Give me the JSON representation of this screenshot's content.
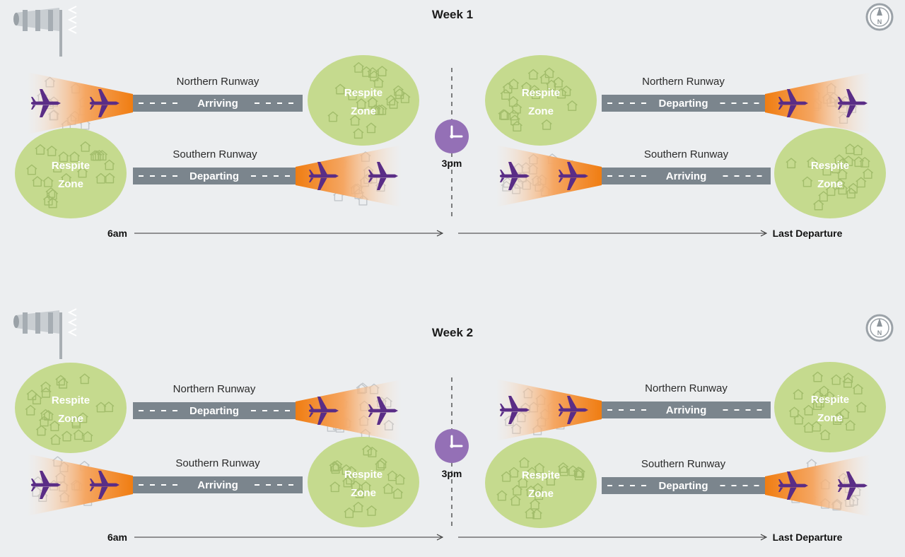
{
  "weeks": [
    {
      "title": "Week 1",
      "time_start": "6am",
      "time_mid": "3pm",
      "time_end": "Last Departure",
      "first_half": {
        "northern": {
          "label": "Northern Runway",
          "mode": "Arriving",
          "respite": "Respite Zone"
        },
        "southern": {
          "label": "Southern Runway",
          "mode": "Departing",
          "respite": "Respite Zone"
        }
      },
      "second_half": {
        "northern": {
          "label": "Northern Runway",
          "mode": "Departing",
          "respite": "Respite Zone"
        },
        "southern": {
          "label": "Southern Runway",
          "mode": "Arriving",
          "respite": "Respite Zone"
        }
      }
    },
    {
      "title": "Week 2",
      "time_start": "6am",
      "time_mid": "3pm",
      "time_end": "Last Departure",
      "first_half": {
        "northern": {
          "label": "Northern Runway",
          "mode": "Departing",
          "respite": "Respite Zone"
        },
        "southern": {
          "label": "Southern Runway",
          "mode": "Arriving",
          "respite": "Respite Zone"
        }
      },
      "second_half": {
        "northern": {
          "label": "Northern Runway",
          "mode": "Arriving",
          "respite": "Respite Zone"
        },
        "southern": {
          "label": "Southern Runway",
          "mode": "Departing",
          "respite": "Respite Zone"
        }
      }
    }
  ],
  "respite_zone_word1": "Respite",
  "respite_zone_word2": "Zone",
  "compass_label": "N",
  "icons": [
    "windsock-icon",
    "compass-icon",
    "clock-icon",
    "plane-icon",
    "house-icon"
  ],
  "colors": {
    "background": "#eceef0",
    "runway": "#7b858d",
    "respite": "#c5da8e",
    "plane": "#5a2d86",
    "noise": "#f07d12",
    "clock": "#9470b6"
  }
}
